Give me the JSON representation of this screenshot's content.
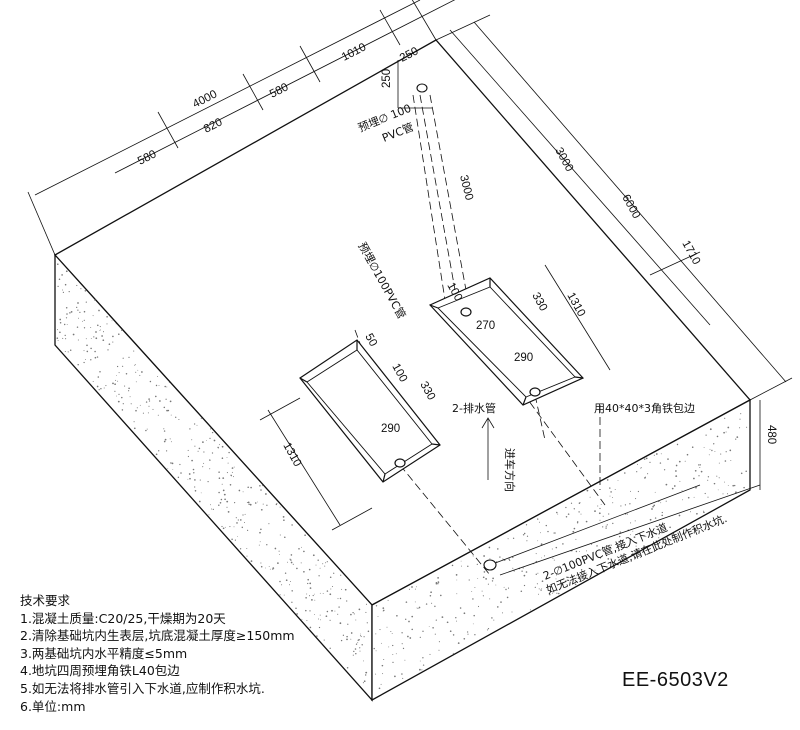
{
  "drawing": {
    "model": "EE-6503V2",
    "dims": {
      "total_length": "4000",
      "seg_1": "580",
      "seg_2": "820",
      "seg_3": "580",
      "seg_4": "1010",
      "seg_5": "250",
      "corner_250": "250",
      "total_width": "6000",
      "top_3000": "3000",
      "diag_3000": "3000",
      "offset_1710": "1710",
      "thickness": "480",
      "pit_a_length": "1310",
      "pit_a_50": "50",
      "pit_a_100": "100",
      "pit_a_330": "330",
      "pit_a_290": "290",
      "pit_b_length": "1310",
      "pit_b_100": "100",
      "pit_b_270": "270",
      "pit_b_330": "330",
      "pit_b_290": "290"
    },
    "labels": {
      "pvc_top_a": "预埋∅ 100",
      "pvc_top_b": "PVC管",
      "pvc_left": "预埋∅100PVC管",
      "drain_2": "2-排水管",
      "angle_iron": "用40*40*3角铁包边",
      "direction": "进车方向",
      "bottom_note_1": "2-∅100PVC管,接入下水道",
      "bottom_note_2": "如无法接入下水道,请在此处制作积水坑."
    }
  },
  "notes": {
    "title": "技术要求",
    "items": [
      "1.混凝土质量:C20/25,干燥期为20天",
      "2.清除基础坑内生表层,坑底混凝土厚度≥150mm",
      "3.两基础坑内水平精度≤5mm",
      "4.地坑四周预埋角铁L40包边",
      "5.如无法将排水管引入下水道,应制作积水坑.",
      "6.单位:mm"
    ]
  }
}
